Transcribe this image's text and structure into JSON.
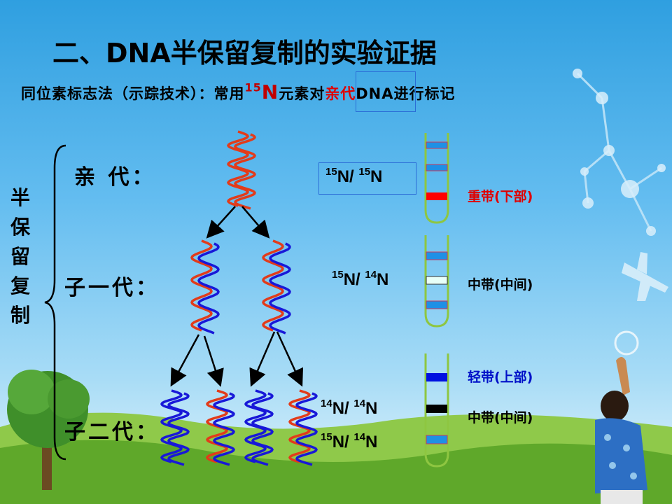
{
  "title": "二、DNA半保留复制的实验证据",
  "subtitle": {
    "prefix": "同位素标志法（示踪技术）：常用",
    "isotope_sup": "15",
    "isotope_el": "N",
    "mid": "元素对",
    "parent": "亲代",
    "dna": "DNA",
    "suffix": "进行标记"
  },
  "side_label": [
    "半",
    "保",
    "留",
    "复",
    "制"
  ],
  "generations": {
    "parent": "亲 代：",
    "first": "子一代：",
    "second": "子二代："
  },
  "ratios": [
    {
      "a_sup": "15",
      "a": "N/ ",
      "b_sup": "15",
      "b": "N"
    },
    {
      "a_sup": "15",
      "a": "N/ ",
      "b_sup": "14",
      "b": "N"
    },
    {
      "a_sup": "14",
      "a": "N/ ",
      "b_sup": "14",
      "b": "N"
    },
    {
      "a_sup": "15",
      "a": "N/ ",
      "b_sup": "14",
      "b": "N"
    }
  ],
  "bands": {
    "heavy": "重带(下部)",
    "middle1": "中带(中间)",
    "light": "轻带(上部)",
    "middle2": "中带(中间)"
  },
  "colors": {
    "heavy_strand": "#e23b1a",
    "light_strand": "#1818d8",
    "heavy_band": "#ff0000",
    "light_band": "#0010e0",
    "middle_band_dark": "#000000",
    "middle_band_pale": "#e8fff8",
    "tube_outline": "#8ec641"
  }
}
